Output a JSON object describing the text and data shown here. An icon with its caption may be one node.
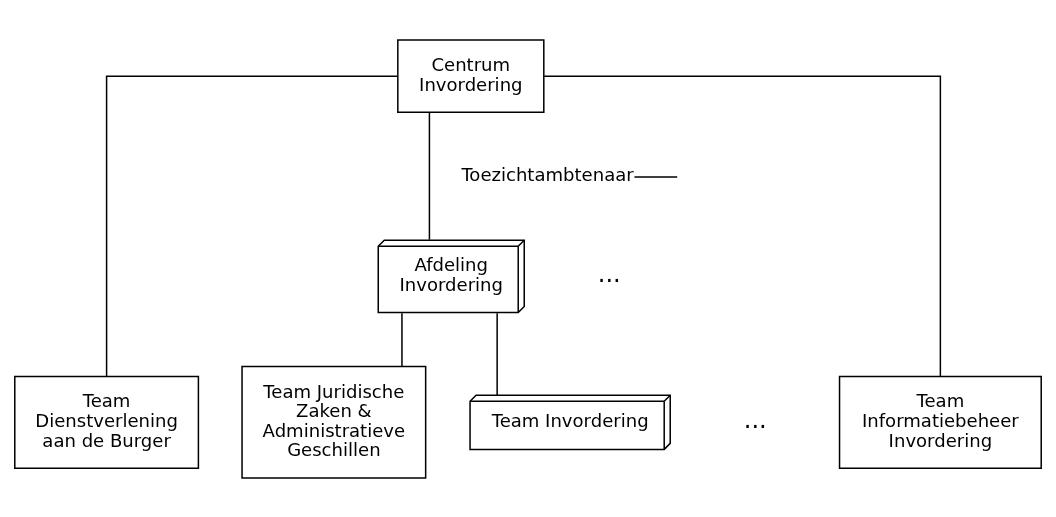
{
  "diagram": {
    "nodes": [
      {
        "text": [
          "Centrum Invordering"
        ]
      },
      {
        "text": [
          "Toezichtambtenaar"
        ]
      },
      {
        "text": [
          "Team Dienstverlening aan de Burger"
        ]
      },
      {
        "text": [
          "Afdeling Invordering"
        ]
      },
      {
        "text": [
          "Team Juridische Zaken & Administratieve Geschillen"
        ]
      },
      {
        "text": [
          "Team Invordering"
        ]
      },
      {
        "text": [
          "Team Informatiebeheer Invordering"
        ]
      }
    ],
    "edges": [
      {
        "from": 1,
        "to": null,
        "arrow": "none"
      },
      {
        "from": 0,
        "to": 2,
        "arrow": "none"
      },
      {
        "from": 0,
        "to": 3,
        "arrow": "none"
      },
      {
        "from": 0,
        "to": 6,
        "arrow": "none"
      },
      {
        "from": 3,
        "to": 4,
        "arrow": "none"
      },
      {
        "from": 3,
        "to": 5,
        "arrow": "none"
      }
    ],
    "labels": [
      "...",
      "..."
    ]
  }
}
